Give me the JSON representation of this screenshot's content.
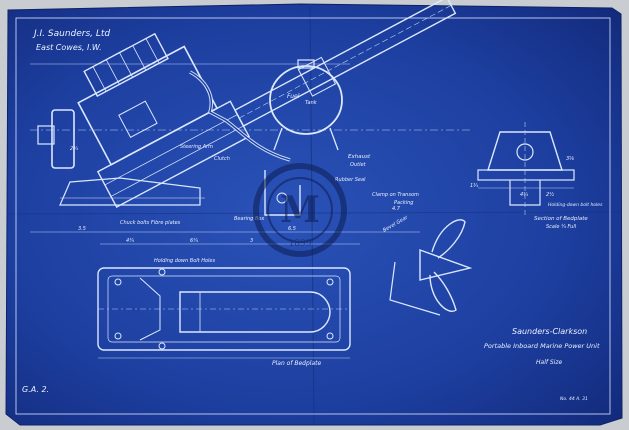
{
  "colors": {
    "paper": "#1d3fa0",
    "paper_dark": "#112a78",
    "line": "#dce8ff",
    "stamp": "#0d1d52"
  },
  "header": {
    "company": "J.I. Saunders, Ltd",
    "location": "East Cowes, I.W."
  },
  "labels": {
    "fuel_tank": "Fuel",
    "fuel_tank_sub": "Tank",
    "exhaust": "Exhaust",
    "gas_outlet": "Outlet",
    "rubber_seal": "Rubber Seal",
    "clamp": "Clamp on Transom",
    "packing": "Packing",
    "clutch": "Clutch",
    "bevel_gear": "Bevel Gear",
    "chuck_bolts": "Chuck bolts Fibre plates",
    "steering_arm": "Steering Arm",
    "bearing_box": "Bearing Box",
    "holding_down_bolts": "Holding down Bolt Holes",
    "plan_of_bedplate": "Plan of Bedplate",
    "section_of_bedplate": "Section of Bedplate",
    "section_scale": "Scale ¼ Full",
    "holding_down_note": "Holding-down bolt holes",
    "sheet_mark": "G.A. 2.",
    "stamp_year": "1899",
    "stamp_letter": "M"
  },
  "title_block": {
    "line1": "Saunders-Clarkson",
    "line2": "Portable Inboard Marine Power Unit",
    "scale": "Half Size",
    "ref": "No. 44 A. 31"
  },
  "dimensions": {
    "d1": "3.5",
    "d2": "6.5",
    "d3": "6¼",
    "d4": "4¼",
    "d5": "3",
    "d6": "4.7",
    "d7": "2¾",
    "d8": "1¾",
    "d9": "4¾",
    "d10": "3⅝",
    "d11": "2½"
  }
}
